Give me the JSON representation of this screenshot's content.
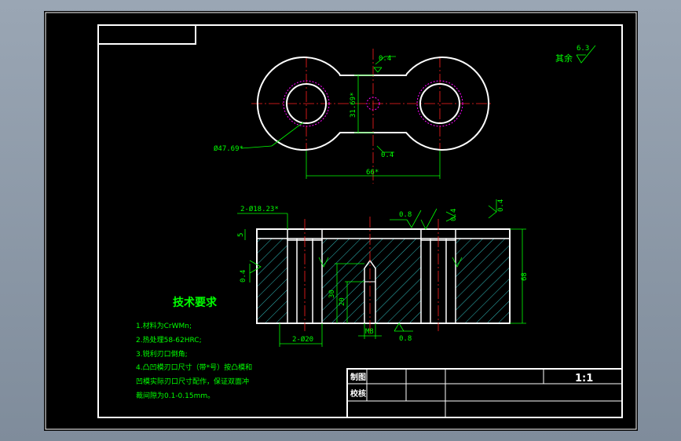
{
  "colors": {
    "background": "#000000",
    "outline": "#ffffff",
    "dimension": "#00ff00",
    "centerline": "#ff2020",
    "hatch": "#2fbcbc",
    "hidden": "#ff00ff"
  },
  "top_view": {
    "flatness_value": "0.4",
    "height_dim": "31.69*",
    "diameter_dim": "Ø47.69*",
    "span_dim": "66*",
    "bottom_flatness": "0.4"
  },
  "roughness_note": {
    "label": "其余",
    "value": "6.3"
  },
  "front_view": {
    "hole_dim": "2-Ø18.23*",
    "depth_dim": "5",
    "roughness_a": "0.8",
    "roughness_b": "0.4",
    "roughness_right": "0.4",
    "roughness_left": "0.4",
    "height_dim": "68",
    "dim_30": "30",
    "dim_20": "20",
    "bolt_dim": "2-Ø20",
    "thread_dim": "M8",
    "roughness_bottom": "0.8"
  },
  "technical_requirements": {
    "title": "技术要求",
    "items": [
      "1.材料为CrWMn;",
      "2.热处理58-62HRC;",
      "3.锐利刃口倒角;",
      "4.凸凹模刃口尺寸（带*号）按凸模和",
      "凹模实际刃口尺寸配作，保证双面冲",
      "裁间隙为0.1-0.15mm。"
    ]
  },
  "title_block": {
    "drawn_label": "制图",
    "checked_label": "校核",
    "scale": "1:1"
  }
}
